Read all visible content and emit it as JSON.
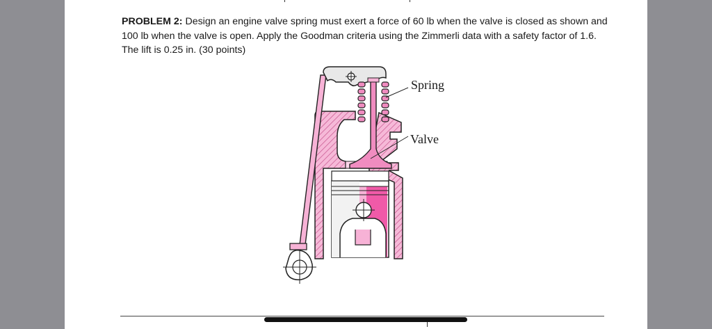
{
  "problem": {
    "label": "PROBLEM 2:",
    "text": " Design an engine valve spring must exert a force of 60 lb when the valve is closed as shown and 100 lb when the valve is open. Apply the Goodman criteria using the Zimmerli data with a safety factor of 1.6. The lift is 0.25 in. (30 points)"
  },
  "figure": {
    "spring_label": "Spring",
    "valve_label": "Valve"
  },
  "colors": {
    "pink": "#f08cc0",
    "hot_pink": "#f05aa8",
    "outline": "#222222"
  }
}
